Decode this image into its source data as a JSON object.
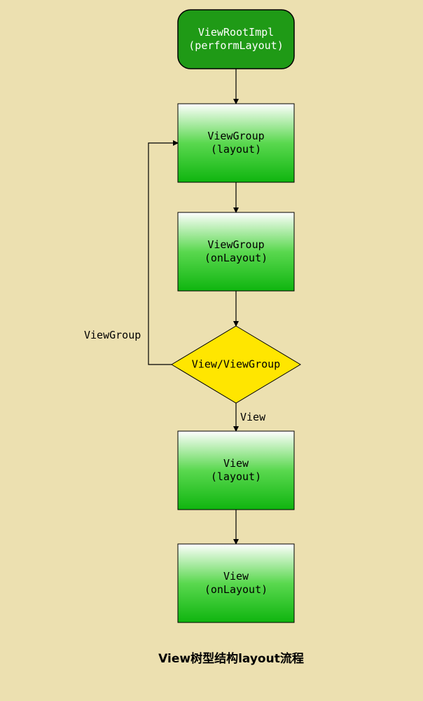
{
  "diagram": {
    "nodes": [
      {
        "id": "root",
        "shape": "rounded-rect",
        "lines": [
          "ViewRootImpl",
          "(performLayout)"
        ]
      },
      {
        "id": "vg-layout",
        "shape": "rect",
        "lines": [
          "ViewGroup",
          "(layout)"
        ]
      },
      {
        "id": "vg-onlayout",
        "shape": "rect",
        "lines": [
          "ViewGroup",
          "(onLayout)"
        ]
      },
      {
        "id": "decision",
        "shape": "diamond",
        "lines": [
          "View/ViewGroup"
        ]
      },
      {
        "id": "v-layout",
        "shape": "rect",
        "lines": [
          "View",
          "(layout)"
        ]
      },
      {
        "id": "v-onlayout",
        "shape": "rect",
        "lines": [
          "View",
          "(onLayout)"
        ]
      }
    ],
    "edges": [
      {
        "from": "root",
        "to": "vg-layout",
        "label": ""
      },
      {
        "from": "vg-layout",
        "to": "vg-onlayout",
        "label": ""
      },
      {
        "from": "vg-onlayout",
        "to": "decision",
        "label": ""
      },
      {
        "from": "decision",
        "to": "vg-layout",
        "label": "ViewGroup"
      },
      {
        "from": "decision",
        "to": "v-layout",
        "label": "View"
      },
      {
        "from": "v-layout",
        "to": "v-onlayout",
        "label": ""
      }
    ],
    "caption": "View树型结构layout流程",
    "colors": {
      "background": "#ece0b0",
      "root_fill": "#1f9a16",
      "root_text": "#ffffff",
      "box_gradient_top": "#ffffff",
      "box_gradient_bottom": "#12b812",
      "box_border": "#000000",
      "decision_fill": "#ffe600",
      "line": "#000000"
    }
  }
}
